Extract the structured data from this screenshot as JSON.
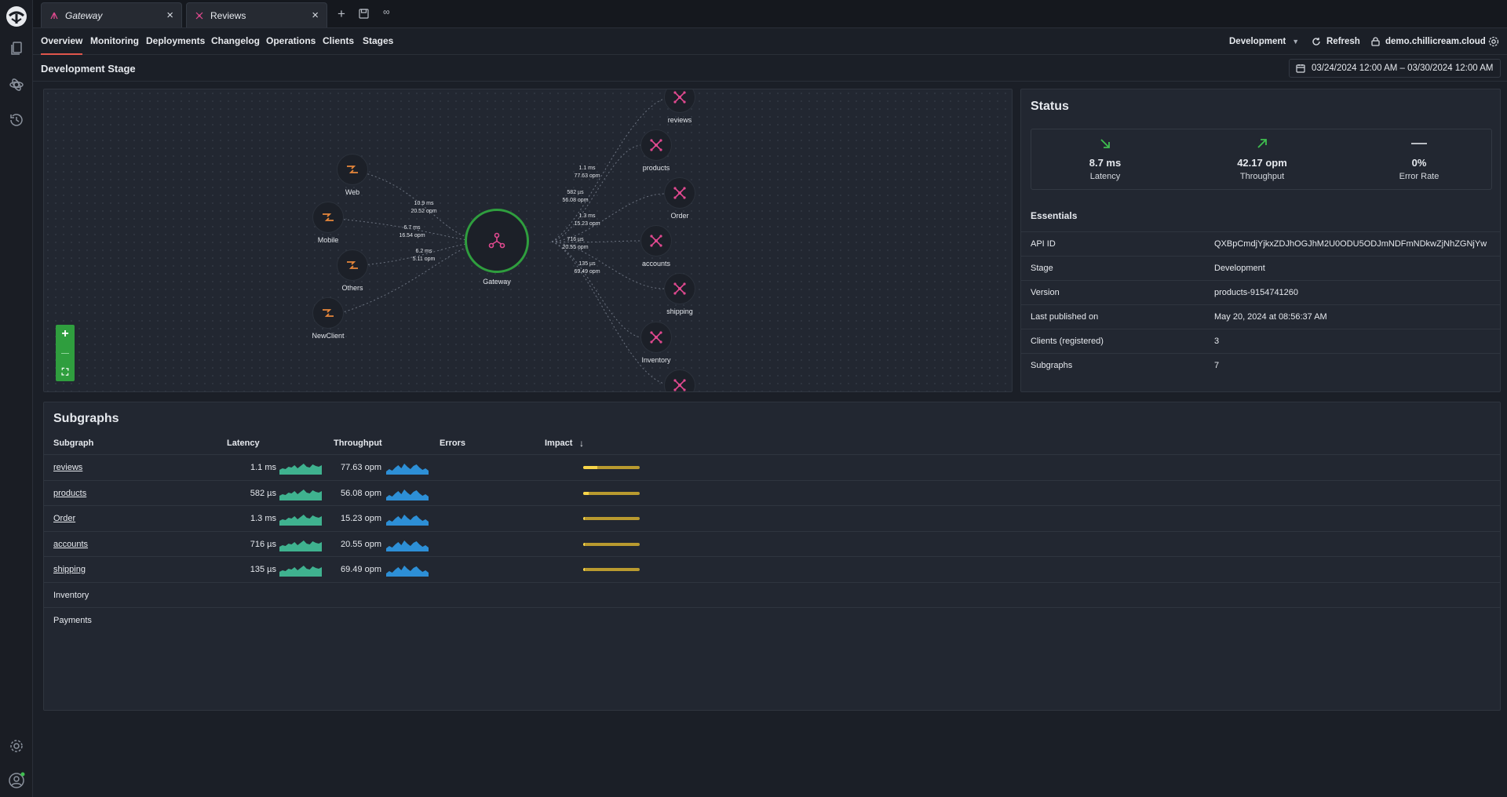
{
  "tabs": [
    {
      "label": "Gateway",
      "icon": "gateway-icon"
    },
    {
      "label": "Reviews",
      "icon": "subgraph-icon"
    }
  ],
  "nav": [
    "Overview",
    "Monitoring",
    "Deployments",
    "Changelog",
    "Operations",
    "Clients",
    "Stages"
  ],
  "header": {
    "environment": "Development",
    "refresh": "Refresh",
    "domain": "demo.chillicream.cloud"
  },
  "stage": {
    "title": "Development Stage",
    "daterange": "03/24/2024 12:00 AM – 03/30/2024 12:00 AM"
  },
  "graph": {
    "clients": [
      "Web",
      "Mobile",
      "Others",
      "NewClient"
    ],
    "client_edges": [
      {
        "latency": "10.9 ms",
        "throughput": "20.52 opm"
      },
      {
        "latency": "6.7 ms",
        "throughput": "16.54 opm"
      },
      {
        "latency": "6.2 ms",
        "throughput": "5.11 opm"
      }
    ],
    "gateway": "Gateway",
    "subgraphs": [
      "reviews",
      "products",
      "Order",
      "accounts",
      "shipping",
      "Inventory",
      ""
    ],
    "subgraph_edges": [
      {
        "latency": "1.1 ms",
        "throughput": "77.63 opm"
      },
      {
        "latency": "582 µs",
        "throughput": "56.08 opm"
      },
      {
        "latency": "1.3 ms",
        "throughput": "15.23 opm"
      },
      {
        "latency": "716 µs",
        "throughput": "20.55 opm"
      },
      {
        "latency": "135 µs",
        "throughput": "69.49 opm"
      }
    ],
    "zoom_in": "+",
    "zoom_out": "—",
    "fit": "⛶"
  },
  "status": {
    "title": "Status",
    "metrics": [
      {
        "value": "8.7 ms",
        "label": "Latency",
        "trend": "down",
        "color": "#3fbf4f"
      },
      {
        "value": "42.17 opm",
        "label": "Throughput",
        "trend": "up",
        "color": "#3fbf4f"
      },
      {
        "value": "0%",
        "label": "Error Rate",
        "trend": "flat",
        "color": "#d0d4da"
      }
    ],
    "essentials_title": "Essentials",
    "essentials": [
      {
        "key": "API ID",
        "value": "QXBpCmdjYjkxZDJhOGJhM2U0ODU5ODJmNDFmNDkwZjNhZGNjYw"
      },
      {
        "key": "Stage",
        "value": "Development"
      },
      {
        "key": "Version",
        "value": "products-9154741260"
      },
      {
        "key": "Last published on",
        "value": "May 20, 2024 at 08:56:37 AM"
      },
      {
        "key": "Clients (registered)",
        "value": "3"
      },
      {
        "key": "Subgraphs",
        "value": "7"
      }
    ]
  },
  "subgraphs_table": {
    "title": "Subgraphs",
    "columns": [
      "Subgraph",
      "Latency",
      "Throughput",
      "Errors",
      "Impact"
    ],
    "rows": [
      {
        "name": "reviews",
        "latency": "1.1 ms",
        "throughput": "77.63 opm",
        "impact": 0.25
      },
      {
        "name": "products",
        "latency": "582 µs",
        "throughput": "56.08 opm",
        "impact": 0.1
      },
      {
        "name": "Order",
        "latency": "1.3 ms",
        "throughput": "15.23 opm",
        "impact": 0.02
      },
      {
        "name": "accounts",
        "latency": "716 µs",
        "throughput": "20.55 opm",
        "impact": 0.02
      },
      {
        "name": "shipping",
        "latency": "135 µs",
        "throughput": "69.49 opm",
        "impact": 0.02
      },
      {
        "name": "Inventory",
        "latency": "",
        "throughput": "",
        "impact": null
      },
      {
        "name": "Payments",
        "latency": "",
        "throughput": "",
        "impact": null
      }
    ]
  },
  "colors": {
    "accent": "#e0554c",
    "gateway_ring": "#2f9e3e",
    "client_icon": "#e8873a",
    "subgraph_icon": "#e0498f",
    "latency_spark": "#3fb28f",
    "throughput_spark": "#2d8fd6",
    "impact_bar": "#b99a2f",
    "impact_fill": "#f7d54a"
  }
}
